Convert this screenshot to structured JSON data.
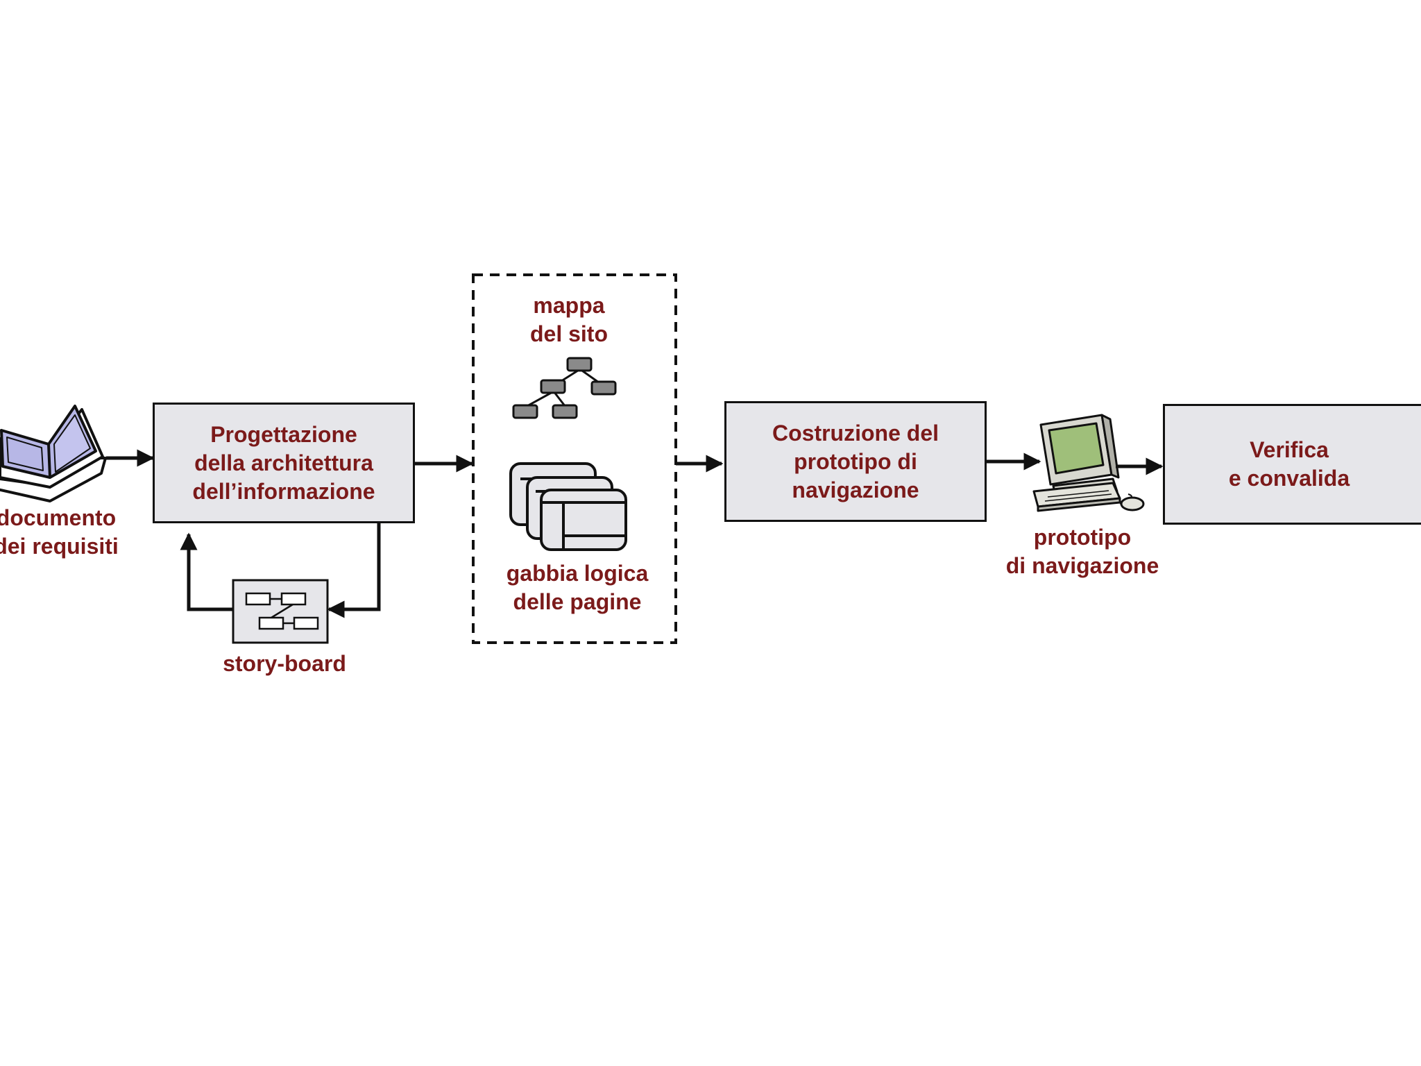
{
  "diagram": {
    "colors": {
      "text": "#7b1a1a",
      "box_fill": "#e6e6ea",
      "line": "#111111",
      "node_fill": "#8a8a8a",
      "screen": "#9fbf7a",
      "book_pages": "#b7b7e6"
    },
    "icons": [
      "book-icon",
      "sitemap-icon",
      "page-frames-icon",
      "storyboard-icon",
      "computer-icon"
    ],
    "nodes": {
      "doc_requisiti": {
        "line1": "documento",
        "line2": "dei requisiti"
      },
      "progettazione": {
        "line1": "Progettazione",
        "line2": "della architettura",
        "line3": "dell’informazione"
      },
      "storyboard": {
        "label": "story-board"
      },
      "mappa": {
        "line1": "mappa",
        "line2": "del sito"
      },
      "gabbia": {
        "line1": "gabbia logica",
        "line2": "delle pagine"
      },
      "costruzione": {
        "line1": "Costruzione del",
        "line2": "prototipo di",
        "line3": "navigazione"
      },
      "prototipo": {
        "line1": "prototipo",
        "line2": "di navigazione"
      },
      "verifica": {
        "line1": "Verifica",
        "line2": "e convalida"
      }
    }
  }
}
